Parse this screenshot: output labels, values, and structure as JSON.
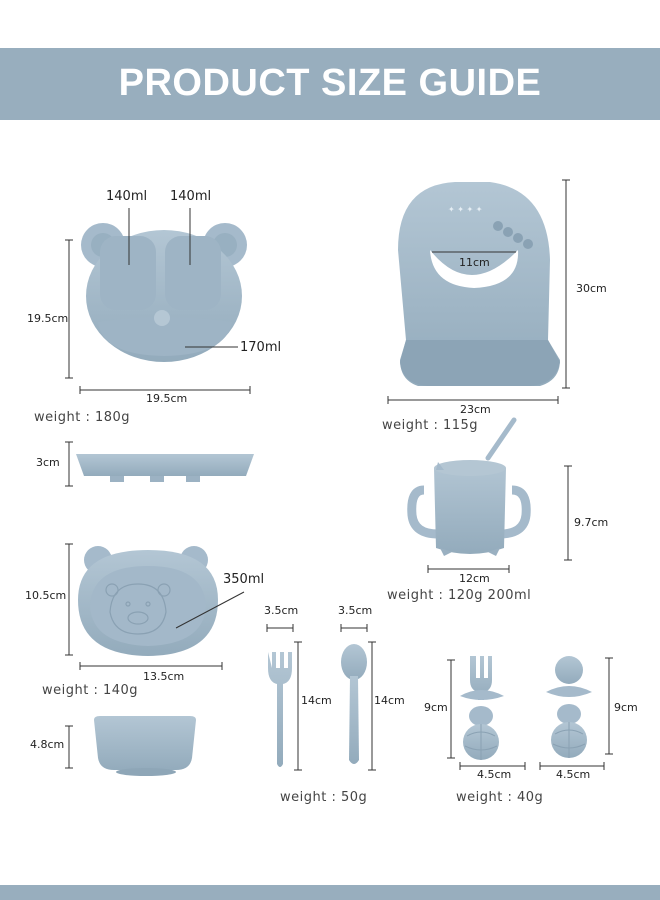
{
  "header": {
    "title": "PRODUCT SIZE GUIDE"
  },
  "plate": {
    "capacity_left": "140ml",
    "capacity_right": "140ml",
    "capacity_bottom": "170ml",
    "height": "19.5cm",
    "width": "19.5cm",
    "weight": "weight : 180g",
    "depth": "3cm"
  },
  "bib": {
    "neck": "11cm",
    "height": "30cm",
    "width": "23cm",
    "weight": "weight : 115g"
  },
  "cup": {
    "height": "9.7cm",
    "width": "12cm",
    "weight": "weight : 120g 200ml"
  },
  "bowl": {
    "capacity": "350ml",
    "height": "10.5cm",
    "width": "13.5cm",
    "weight": "weight : 140g",
    "depth": "4.8cm"
  },
  "utensils": {
    "fork_width": "3.5cm",
    "spoon_width": "3.5cm",
    "fork_length": "14cm",
    "spoon_length": "14cm",
    "weight": "weight : 50g"
  },
  "training_set": {
    "fork_height": "9cm",
    "spoon_height": "9cm",
    "fork_width": "4.5cm",
    "spoon_width": "4.5cm",
    "weight": "weight : 40g"
  },
  "colors": {
    "banner": "#98aebe",
    "silicone": "#a7bccc",
    "silicone_dark": "#8ea6b7",
    "line": "#333333"
  }
}
